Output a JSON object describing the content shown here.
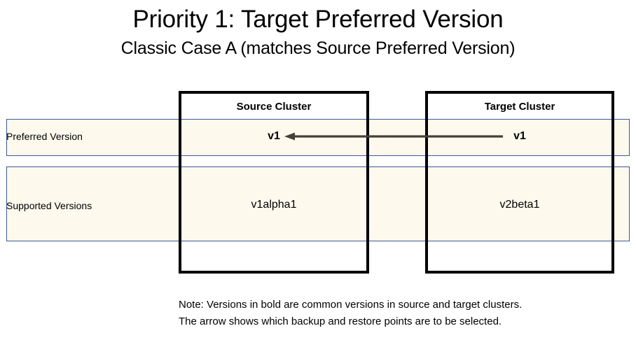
{
  "title": {
    "main": "Priority 1: Target Preferred Version",
    "sub": "Classic Case A (matches Source Preferred Version)"
  },
  "colors": {
    "band_fill": "#fdf9ed",
    "band_border": "#3b5998",
    "box_border": "#000000",
    "arrow": "#44403a",
    "text": "#000000",
    "background": "#ffffff"
  },
  "table": {
    "columns": [
      {
        "key": "source",
        "header": "Source Cluster"
      },
      {
        "key": "target",
        "header": "Target Cluster"
      }
    ],
    "rows": [
      {
        "key": "preferred",
        "label": "Preferred Version",
        "source_value": "v1",
        "target_value": "v1",
        "source_bold": true,
        "target_bold": true
      },
      {
        "key": "supported",
        "label": "Supported Versions",
        "source_value": "v1alpha1",
        "target_value": "v2beta1",
        "source_bold": false,
        "target_bold": false
      }
    ]
  },
  "arrow": {
    "name": "target-to-source-version-arrow",
    "direction": "right-to-left",
    "from": "target-preferred-v1",
    "to": "source-preferred-v1"
  },
  "note": {
    "line1": "Note: Versions in bold are common versions in source and target clusters.",
    "line2": "The arrow shows which backup and restore points are to be selected."
  }
}
